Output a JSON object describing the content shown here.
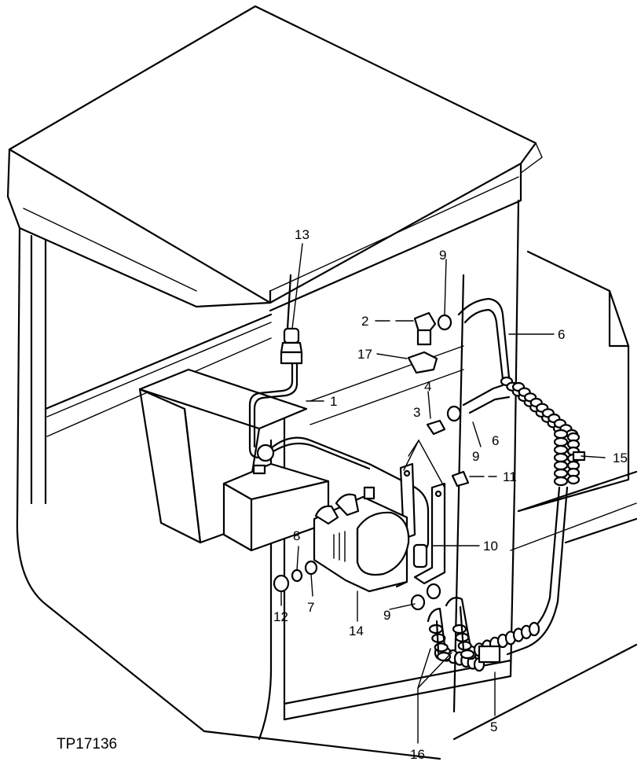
{
  "figure_id": "TP17136",
  "callouts": [
    {
      "id": "c13a",
      "label": "13"
    },
    {
      "id": "c9a",
      "label": "9"
    },
    {
      "id": "c2",
      "label": "2"
    },
    {
      "id": "c6a",
      "label": "6"
    },
    {
      "id": "c17",
      "label": "17"
    },
    {
      "id": "c4",
      "label": "4"
    },
    {
      "id": "c1",
      "label": "1"
    },
    {
      "id": "c3",
      "label": "3"
    },
    {
      "id": "c6b",
      "label": "6"
    },
    {
      "id": "c9b",
      "label": "9"
    },
    {
      "id": "c15",
      "label": "15"
    },
    {
      "id": "c11",
      "label": "11"
    },
    {
      "id": "c8",
      "label": "8"
    },
    {
      "id": "c10",
      "label": "10"
    },
    {
      "id": "c12",
      "label": "12"
    },
    {
      "id": "c7",
      "label": "7"
    },
    {
      "id": "c14",
      "label": "14"
    },
    {
      "id": "c9c",
      "label": "9"
    },
    {
      "id": "c5",
      "label": "5"
    },
    {
      "id": "c16",
      "label": "16"
    }
  ]
}
